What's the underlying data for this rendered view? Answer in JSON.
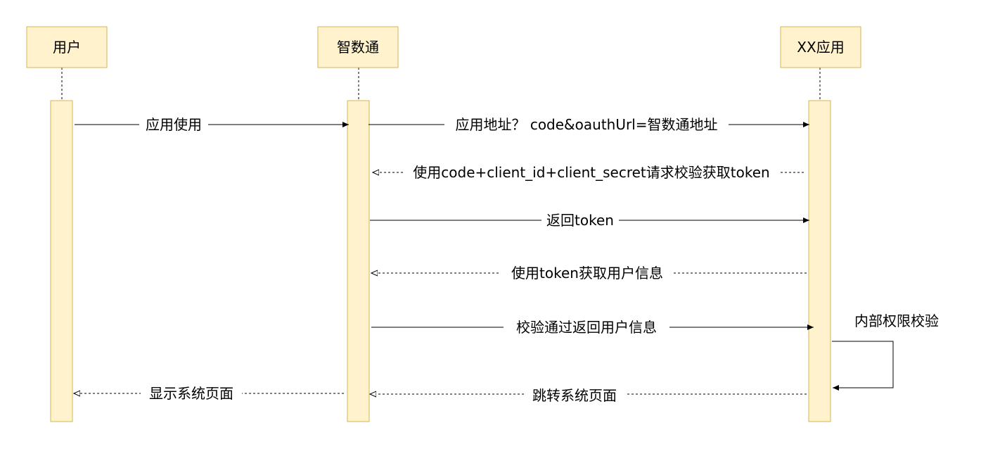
{
  "participants": [
    {
      "id": "user",
      "label": "用户"
    },
    {
      "id": "zst",
      "label": "智数通"
    },
    {
      "id": "xx",
      "label": "XX应用"
    }
  ],
  "messages": [
    {
      "label": "应用使用",
      "style": "solid"
    },
    {
      "label": "应用地址？ code&oauthUrl=智数通地址",
      "style": "solid"
    },
    {
      "label": "使用code+client_id+client_secret请求校验获取token",
      "style": "dashed"
    },
    {
      "label": "返回token",
      "style": "solid"
    },
    {
      "label": "使用token获取用户信息",
      "style": "dashed"
    },
    {
      "label": "校验通过返回用户信息",
      "style": "solid"
    },
    {
      "label": "显示系统页面",
      "style": "dashed"
    },
    {
      "label": "跳转系统页面",
      "style": "dashed"
    }
  ],
  "self_note": {
    "label": "内部权限校验"
  },
  "colors": {
    "box_fill": "#fff2cc",
    "box_stroke": "#d6b656",
    "line": "#000000"
  }
}
